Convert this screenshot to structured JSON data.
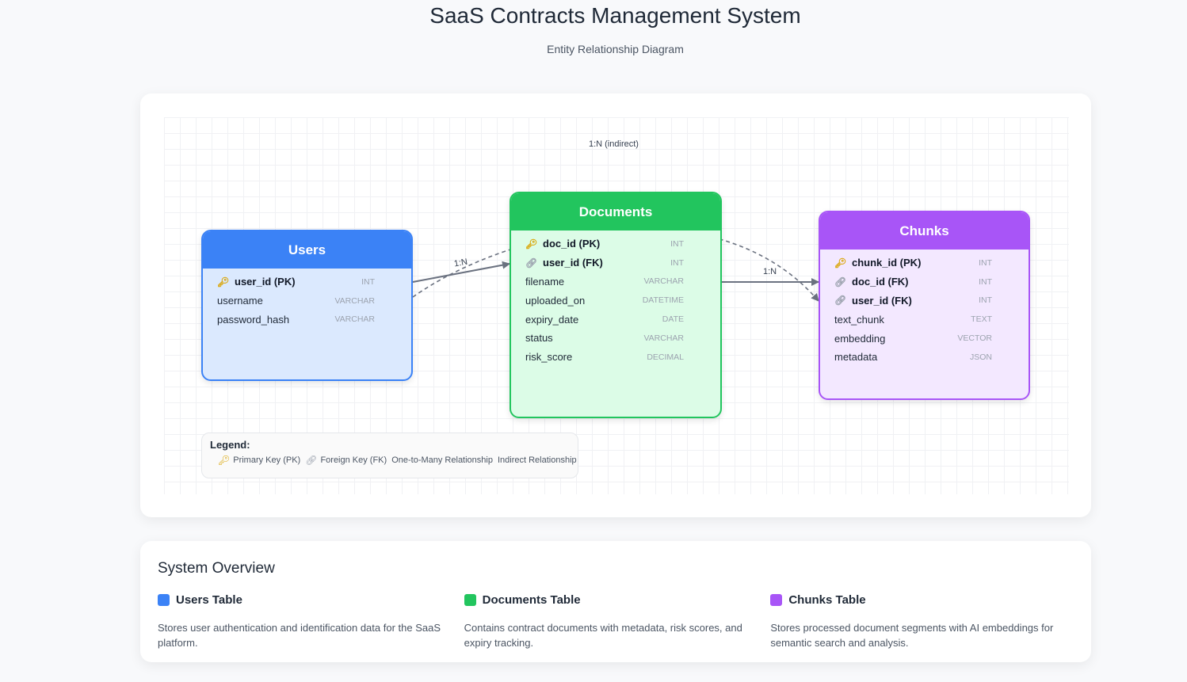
{
  "header": {
    "title": "SaaS Contracts Management System",
    "subtitle": "Entity Relationship Diagram"
  },
  "diagram": {
    "relationship_labels": {
      "users_documents": "1:N",
      "documents_chunks": "1:N",
      "users_chunks": "1:N (indirect)"
    },
    "entities": {
      "users": {
        "title": "Users",
        "color": "#3b82f6",
        "fields": [
          {
            "name": "user_id (PK)",
            "type": "INT",
            "key": "pk"
          },
          {
            "name": "username",
            "type": "VARCHAR",
            "key": ""
          },
          {
            "name": "password_hash",
            "type": "VARCHAR",
            "key": ""
          }
        ]
      },
      "documents": {
        "title": "Documents",
        "color": "#22c55e",
        "fields": [
          {
            "name": "doc_id (PK)",
            "type": "INT",
            "key": "pk"
          },
          {
            "name": "user_id (FK)",
            "type": "INT",
            "key": "fk"
          },
          {
            "name": "filename",
            "type": "VARCHAR",
            "key": ""
          },
          {
            "name": "uploaded_on",
            "type": "DATETIME",
            "key": ""
          },
          {
            "name": "expiry_date",
            "type": "DATE",
            "key": ""
          },
          {
            "name": "status",
            "type": "VARCHAR",
            "key": ""
          },
          {
            "name": "risk_score",
            "type": "DECIMAL",
            "key": ""
          }
        ]
      },
      "chunks": {
        "title": "Chunks",
        "color": "#a855f7",
        "fields": [
          {
            "name": "chunk_id (PK)",
            "type": "INT",
            "key": "pk"
          },
          {
            "name": "doc_id (FK)",
            "type": "INT",
            "key": "fk"
          },
          {
            "name": "user_id (FK)",
            "type": "INT",
            "key": "fk"
          },
          {
            "name": "text_chunk",
            "type": "TEXT",
            "key": ""
          },
          {
            "name": "embedding",
            "type": "VECTOR",
            "key": ""
          },
          {
            "name": "metadata",
            "type": "JSON",
            "key": ""
          }
        ]
      }
    },
    "legend": {
      "title": "Legend:",
      "primary_key": "Primary Key (PK)",
      "foreign_key": "Foreign Key (FK)",
      "one_to_many": "One-to-Many Relationship",
      "indirect": "Indirect Relationship"
    },
    "icons": {
      "primary_key": "key-icon",
      "foreign_key": "link-icon"
    }
  },
  "overview": {
    "title": "System Overview",
    "items": [
      {
        "title": "Users Table",
        "color": "#3b82f6",
        "description": "Stores user authentication and identification data for the SaaS platform."
      },
      {
        "title": "Documents Table",
        "color": "#22c55e",
        "description": "Contains contract documents with metadata, risk scores, and expiry tracking."
      },
      {
        "title": "Chunks Table",
        "color": "#a855f7",
        "description": "Stores processed document segments with AI embeddings for semantic search and analysis."
      }
    ]
  }
}
